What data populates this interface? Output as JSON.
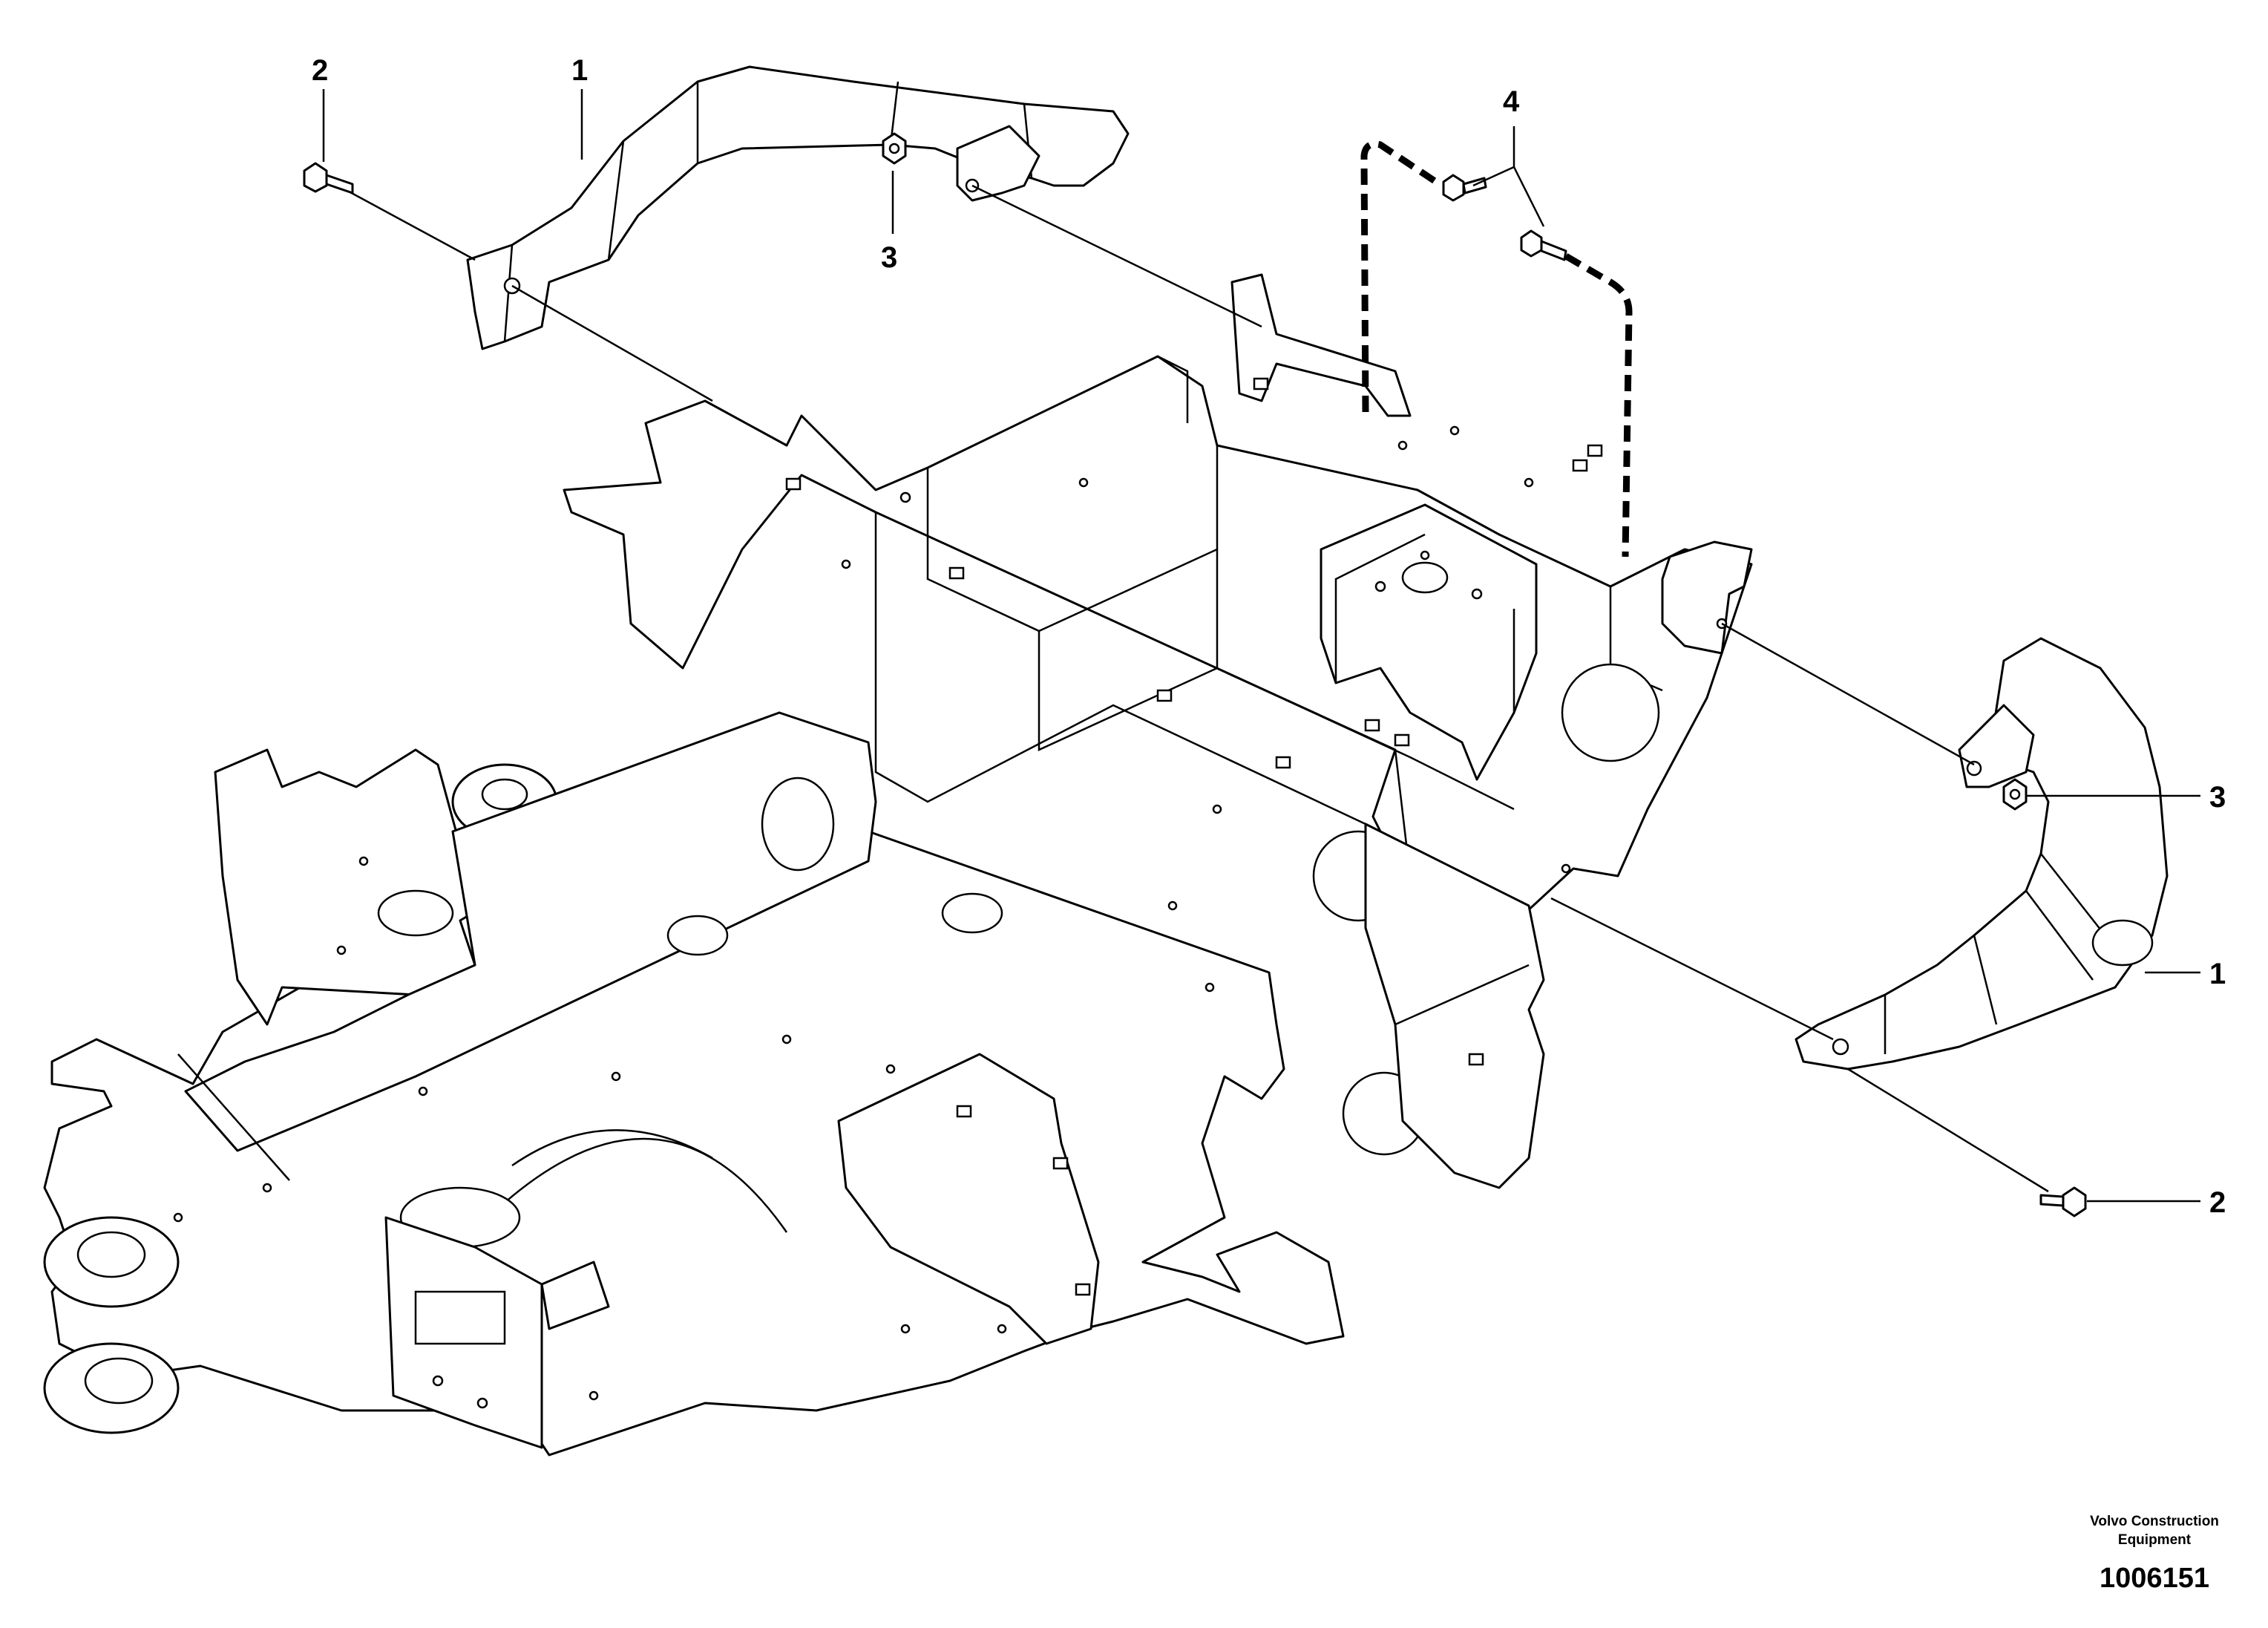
{
  "callouts": {
    "top_left_bolt": "2",
    "top_left_counterweight": "1",
    "top_nut": "3",
    "top_bolts_pair": "4",
    "right_nut": "3",
    "right_counterweight": "1",
    "right_bolt": "2"
  },
  "branding": {
    "line1": "Volvo Construction",
    "line2": "Equipment",
    "document_number": "1006151"
  }
}
